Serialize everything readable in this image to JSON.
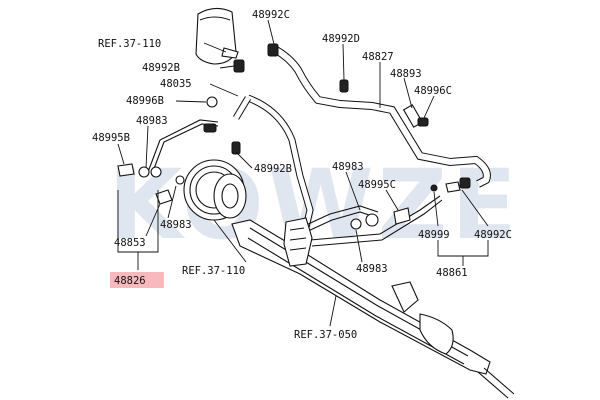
{
  "watermark": "KOWZE",
  "highlight_color": "#f7b9bd",
  "labels": {
    "ref_37_110_top": "REF.37-110",
    "p48992C_top": "48992C",
    "p48992D": "48992D",
    "p48827": "48827",
    "p48893": "48893",
    "p48996C": "48996C",
    "p48992B_top": "48992B",
    "p48035": "48035",
    "p48996B": "48996B",
    "p48983_upper": "48983",
    "p48995B": "48995B",
    "p48992B_mid": "48992B",
    "p48983_right": "48983",
    "p48995C": "48995C",
    "p48983_left": "48983",
    "p48853": "48853",
    "p48826": "48826",
    "ref_37_110_mid": "REF.37-110",
    "p48999": "48999",
    "p48992C_right": "48992C",
    "p48983_bottom": "48983",
    "p48861": "48861",
    "ref_37_050": "REF.37-050"
  }
}
